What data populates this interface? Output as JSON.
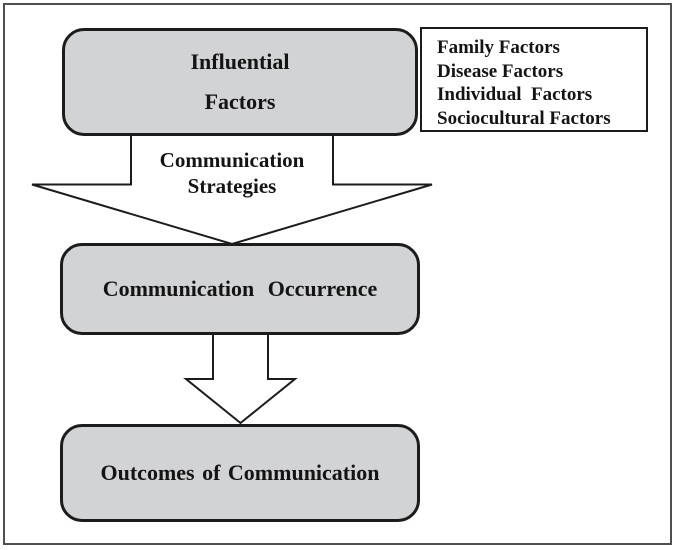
{
  "diagram": {
    "influential_box": {
      "line1": "Influential",
      "line2": "Factors"
    },
    "factor_list": {
      "items": [
        "Family Factors",
        "Disease Factors",
        "Individual  Factors",
        "Sociocultural Factors"
      ]
    },
    "strategies_label": {
      "line1": "Communication",
      "line2": "Strategies"
    },
    "occurrence_box": {
      "label": "Communication Occurrence"
    },
    "outcomes_box": {
      "label": "Outcomes of Communication"
    },
    "colors": {
      "box_fill": "#d2d3d4",
      "box_border": "#1c1c1c",
      "frame_border": "#4f4f4f",
      "arrow_fill": "#ffffff",
      "text": "#141414"
    }
  }
}
